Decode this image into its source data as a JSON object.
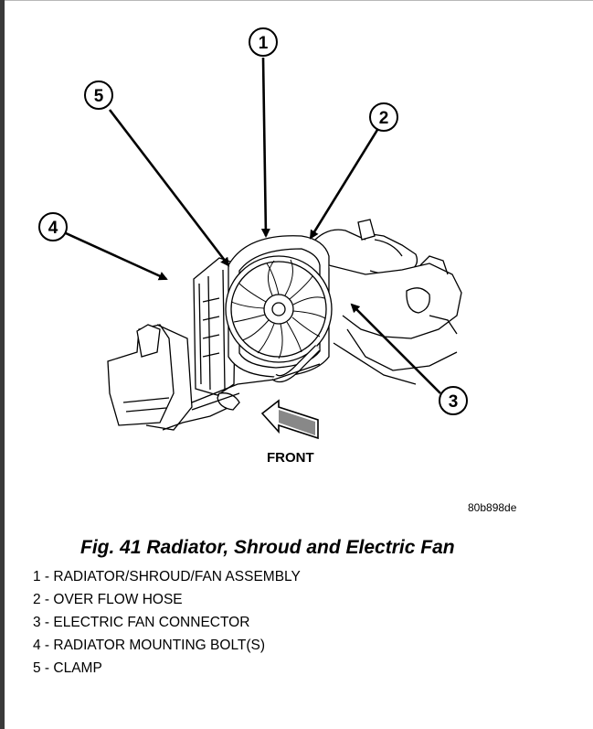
{
  "figure": {
    "callouts": [
      {
        "num": "1"
      },
      {
        "num": "2"
      },
      {
        "num": "3"
      },
      {
        "num": "4"
      },
      {
        "num": "5"
      }
    ],
    "front_label": "FRONT",
    "image_code": "80b898de"
  },
  "caption": "Fig. 41 Radiator, Shroud and Electric Fan",
  "legend": [
    {
      "text": "1 - RADIATOR/SHROUD/FAN ASSEMBLY"
    },
    {
      "text": "2 - OVER FLOW HOSE"
    },
    {
      "text": "3 - ELECTRIC FAN CONNECTOR"
    },
    {
      "text": "4 - RADIATOR MOUNTING BOLT(S)"
    },
    {
      "text": "5 - CLAMP"
    }
  ]
}
